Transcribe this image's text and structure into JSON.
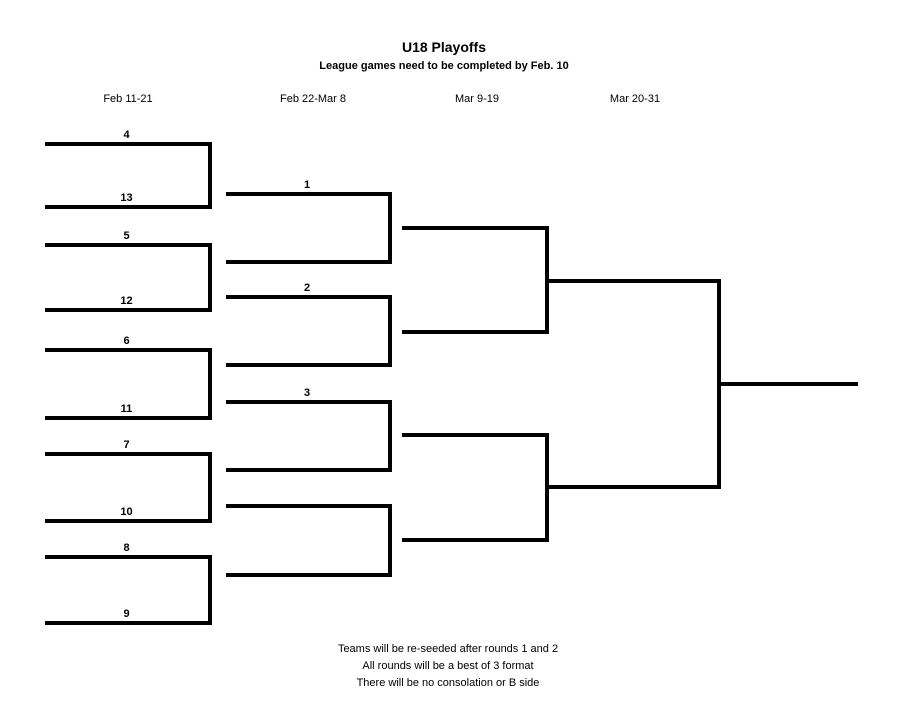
{
  "page": {
    "title": "U18 Playoffs",
    "subtitle": "League games need to be completed by Feb. 10"
  },
  "columns": [
    "Feb 11-21",
    "Feb 22-Mar 8",
    "Mar 9-19",
    "Mar 20-31"
  ],
  "bracket": {
    "round1": [
      {
        "top_seed": "4",
        "bottom_seed": "13"
      },
      {
        "top_seed": "5",
        "bottom_seed": "12"
      },
      {
        "top_seed": "6",
        "bottom_seed": "11"
      },
      {
        "top_seed": "7",
        "bottom_seed": "10"
      },
      {
        "top_seed": "8",
        "bottom_seed": "9"
      }
    ],
    "round2_labels": [
      "1",
      "2",
      "3",
      ""
    ]
  },
  "notes": [
    "Teams will be re-seeded after rounds 1 and 2",
    "All rounds will be a best of 3 format",
    "There will be no consolation or B side"
  ],
  "colors": {
    "line": "#000000",
    "text": "#000000",
    "background": "#ffffff"
  }
}
